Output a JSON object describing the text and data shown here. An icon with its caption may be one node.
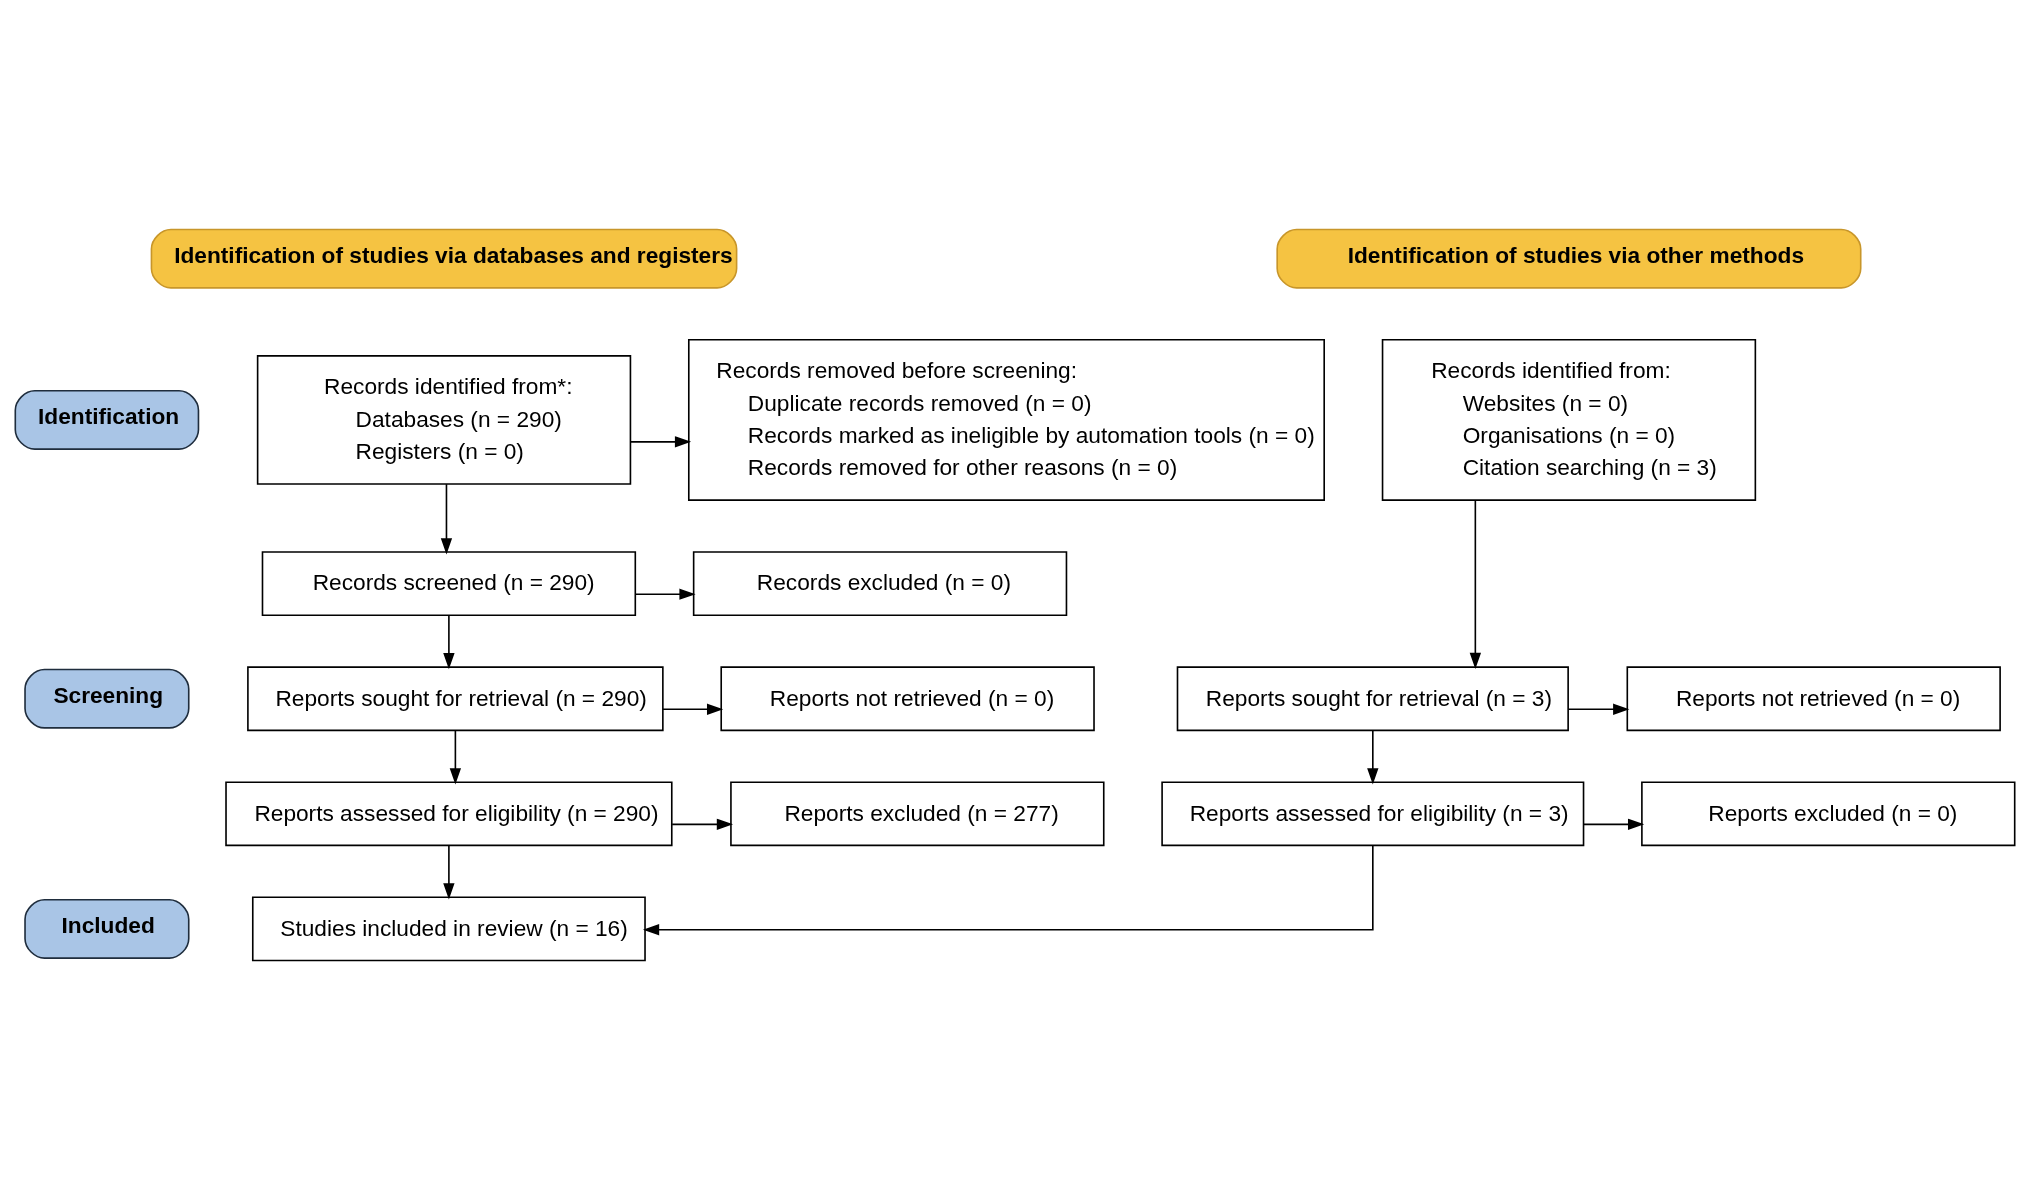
{
  "diagram": {
    "nodes": [
      {
        "text": [
          "Identification of studies via databases and registers"
        ]
      },
      {
        "text": [
          "Identification of studies via other methods"
        ]
      },
      {
        "text": [
          "Identification"
        ]
      },
      {
        "text": [
          "Screening"
        ]
      },
      {
        "text": [
          "Included"
        ]
      },
      {
        "text": [
          "Records identified from*:",
          "Databases (n = 290)",
          "Registers (n = 0)"
        ]
      },
      {
        "text": [
          "Records removed before screening:",
          "Duplicate records removed (n = 0)",
          "Records marked as ineligible by automation tools (n = 0)",
          "Records removed for other reasons (n = 0)"
        ]
      },
      {
        "text": [
          "Records identified from:",
          "Websites (n = 0)",
          "Organisations (n = 0)",
          "Citation searching (n = 3)"
        ]
      },
      {
        "text": [
          "Records screened (n = 290)"
        ]
      },
      {
        "text": [
          "Records excluded (n = 0)"
        ]
      },
      {
        "text": [
          "Reports sought for retrieval (n = 290)"
        ]
      },
      {
        "text": [
          "Reports not retrieved (n = 0)"
        ]
      },
      {
        "text": [
          "Reports sought for retrieval (n = 3)"
        ]
      },
      {
        "text": [
          "Reports not retrieved (n = 0)"
        ]
      },
      {
        "text": [
          "Reports assessed for eligibility (n = 290)"
        ]
      },
      {
        "text": [
          "Reports excluded (n = 277)"
        ]
      },
      {
        "text": [
          "Reports assessed for eligibility (n = 3)"
        ]
      },
      {
        "text": [
          "Reports excluded (n = 0)"
        ]
      },
      {
        "text": [
          "Studies included in review (n = 16)"
        ]
      }
    ],
    "edges": [
      {
        "from": 5,
        "to": 6,
        "arrow": "to"
      },
      {
        "from": 5,
        "to": 8,
        "arrow": "to"
      },
      {
        "from": 8,
        "to": 9,
        "arrow": "to"
      },
      {
        "from": 8,
        "to": 10,
        "arrow": "to"
      },
      {
        "from": 10,
        "to": 11,
        "arrow": "to"
      },
      {
        "from": 7,
        "to": 12,
        "arrow": "to"
      },
      {
        "from": 12,
        "to": 13,
        "arrow": "to"
      },
      {
        "from": 10,
        "to": 14,
        "arrow": "to"
      },
      {
        "from": 14,
        "to": 15,
        "arrow": "to"
      },
      {
        "from": 12,
        "to": 16,
        "arrow": "to"
      },
      {
        "from": 16,
        "to": 17,
        "arrow": "to"
      },
      {
        "from": 14,
        "to": 18,
        "arrow": "to"
      },
      {
        "from": 16,
        "to": 18,
        "arrow": "to"
      }
    ]
  }
}
